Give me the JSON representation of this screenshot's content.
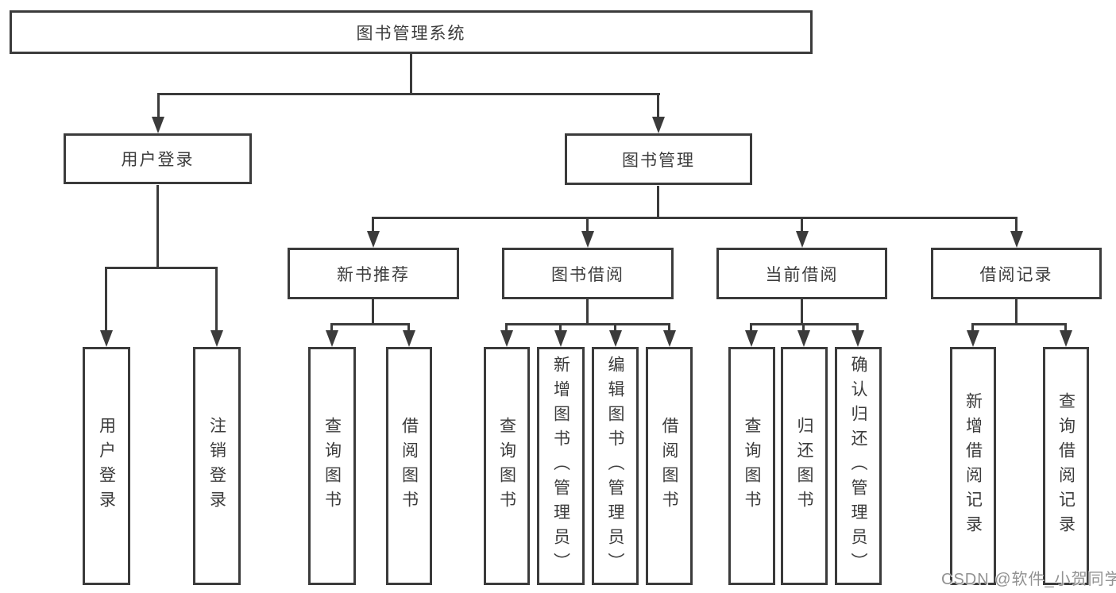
{
  "tree": {
    "label": "图书管理系统",
    "children": [
      {
        "label": "用户登录",
        "children": [
          {
            "label": "用户登录"
          },
          {
            "label": "注销登录"
          }
        ]
      },
      {
        "label": "图书管理",
        "children": [
          {
            "label": "新书推荐",
            "children": [
              {
                "label": "查询图书"
              },
              {
                "label": "借阅图书"
              }
            ]
          },
          {
            "label": "图书借阅",
            "children": [
              {
                "label": "查询图书"
              },
              {
                "label": "新增图书（管理员）"
              },
              {
                "label": "编辑图书（管理员）"
              },
              {
                "label": "借阅图书"
              }
            ]
          },
          {
            "label": "当前借阅",
            "children": [
              {
                "label": "查询图书"
              },
              {
                "label": "归还图书"
              },
              {
                "label": "确认归还（管理员）"
              }
            ]
          },
          {
            "label": "借阅记录",
            "children": [
              {
                "label": "新增借阅记录"
              },
              {
                "label": "查询借阅记录"
              }
            ]
          }
        ]
      }
    ]
  },
  "watermark": {
    "text": "CSDN @软件_小贺同学"
  },
  "colors": {
    "line": "#3b3b3b",
    "text": "#3c3c3c",
    "watermark": "#929292",
    "background": "#ffffff"
  }
}
